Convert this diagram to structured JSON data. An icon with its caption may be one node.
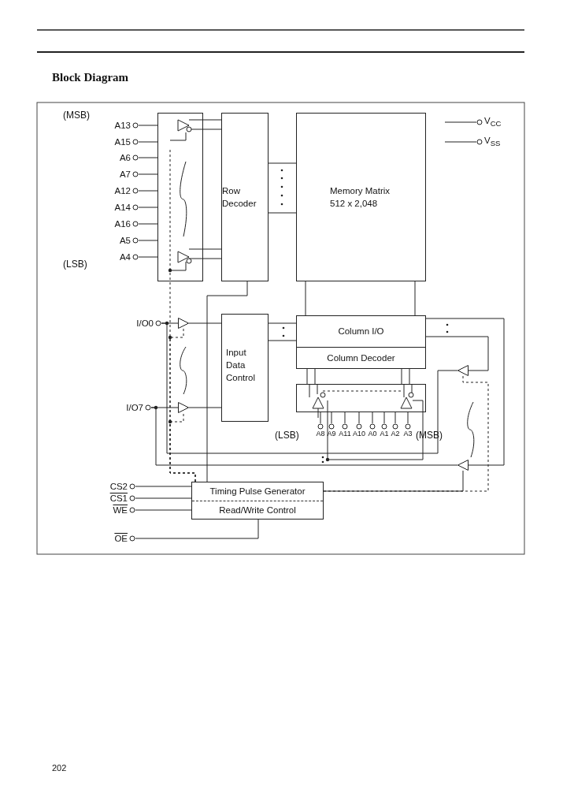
{
  "diagram": {
    "title": "Block Diagram",
    "nodes": [
      {
        "text": [
          "A13"
        ]
      },
      {
        "text": [
          "A15"
        ]
      },
      {
        "text": [
          "A6"
        ]
      },
      {
        "text": [
          "A7"
        ]
      },
      {
        "text": [
          "A12"
        ]
      },
      {
        "text": [
          "A14"
        ]
      },
      {
        "text": [
          "A16"
        ]
      },
      {
        "text": [
          "A5"
        ]
      },
      {
        "text": [
          "A4"
        ]
      },
      {
        "text": [],
        "shape": "box"
      },
      {
        "text": [
          "Row Decoder"
        ]
      },
      {
        "text": [
          "Memory Matrix",
          "512 x 2,048"
        ]
      },
      {
        "text": [
          "V$_{CC}$"
        ]
      },
      {
        "text": [
          "V$_{SS}$"
        ]
      },
      {
        "text": [
          "I/O0"
        ]
      },
      {
        "text": [
          "I/O7"
        ]
      },
      {
        "text": [
          "Input Data Control"
        ]
      },
      {
        "text": [
          "Column I/O"
        ]
      },
      {
        "text": [
          "Column Decoder"
        ]
      },
      {
        "text": [],
        "shape": "box"
      },
      {
        "text": [
          "A8"
        ]
      },
      {
        "text": [
          "A9"
        ]
      },
      {
        "text": [
          "A11"
        ]
      },
      {
        "text": [
          "A10"
        ]
      },
      {
        "text": [
          "A0"
        ]
      },
      {
        "text": [
          "A1"
        ]
      },
      {
        "text": [
          "A2"
        ]
      },
      {
        "text": [
          "A3"
        ]
      },
      {
        "text": [
          "CS2"
        ]
      },
      {
        "text": [
          "CS1"
        ]
      },
      {
        "text": [
          "WE"
        ]
      },
      {
        "text": [
          "OE"
        ]
      },
      {
        "text": [
          "Timing Pulse Generator",
          "Read/Write Control"
        ]
      },
      {
        "text": [],
        "shape": "triangle"
      },
      {
        "text": [],
        "shape": "triangle"
      },
      {
        "text": [],
        "shape": "triangle"
      },
      {
        "text": [],
        "shape": "triangle"
      }
    ],
    "edges": [
      {
        "from": 0,
        "to": 9,
        "arrow": "none"
      },
      {
        "from": 1,
        "to": 9,
        "arrow": "none"
      },
      {
        "from": 2,
        "to": 9,
        "arrow": "none"
      },
      {
        "from": 3,
        "to": 9,
        "arrow": "none"
      },
      {
        "from": 4,
        "to": 9,
        "arrow": "none"
      },
      {
        "from": 5,
        "to": 9,
        "arrow": "none"
      },
      {
        "from": 6,
        "to": 9,
        "arrow": "none"
      },
      {
        "from": 7,
        "to": 9,
        "arrow": "none"
      },
      {
        "from": 8,
        "to": 9,
        "arrow": "none"
      },
      {
        "from": 9,
        "to": 10,
        "arrow": "none"
      },
      {
        "from": 10,
        "to": 11,
        "arrow": "none"
      },
      {
        "from": 11,
        "to": 17,
        "arrow": "none"
      },
      {
        "from": null,
        "to": 12,
        "arrow": "none"
      },
      {
        "from": null,
        "to": 13,
        "arrow": "none"
      },
      {
        "from": 14,
        "to": 33,
        "arrow": "none"
      },
      {
        "from": 15,
        "to": 34,
        "arrow": "none"
      },
      {
        "from": 16,
        "to": 17,
        "arrow": "none"
      },
      {
        "from": 18,
        "to": 19,
        "arrow": "none"
      },
      {
        "from": 20,
        "to": 19,
        "arrow": "none"
      },
      {
        "from": 21,
        "to": 19,
        "arrow": "none"
      },
      {
        "from": 22,
        "to": 19,
        "arrow": "none"
      },
      {
        "from": 23,
        "to": 19,
        "arrow": "none"
      },
      {
        "from": 24,
        "to": 19,
        "arrow": "none"
      },
      {
        "from": 25,
        "to": 19,
        "arrow": "none"
      },
      {
        "from": 26,
        "to": 19,
        "arrow": "none"
      },
      {
        "from": 27,
        "to": 19,
        "arrow": "none"
      },
      {
        "from": 17,
        "to": 35,
        "arrow": "none"
      },
      {
        "from": 17,
        "to": 36,
        "arrow": "none"
      },
      {
        "from": 28,
        "to": 32,
        "arrow": "none"
      },
      {
        "from": 29,
        "to": 32,
        "arrow": "none"
      },
      {
        "from": 30,
        "to": 32,
        "arrow": "none"
      },
      {
        "from": 31,
        "to": 32,
        "arrow": "none"
      },
      {
        "from": 32,
        "to": 10,
        "arrow": "none"
      },
      {
        "from": 32,
        "to": 9,
        "arrow": "none",
        "style": "dashed"
      },
      {
        "from": 33,
        "to": 16,
        "arrow": "none"
      },
      {
        "from": 34,
        "to": 16,
        "arrow": "none"
      },
      {
        "from": 35,
        "to": 14,
        "arrow": "none"
      },
      {
        "from": 36,
        "to": 15,
        "arrow": "none"
      },
      {
        "from": 32,
        "to": 33,
        "arrow": "none",
        "style": "dashed"
      },
      {
        "from": 32,
        "to": 34,
        "arrow": "none",
        "style": "dashed"
      },
      {
        "from": 32,
        "to": 35,
        "arrow": "none",
        "style": "dashed"
      },
      {
        "from": 32,
        "to": 36,
        "arrow": "none"
      }
    ],
    "labels": [
      "(MSB)",
      "(LSB)",
      "(LSB)",
      "(MSB)",
      "202"
    ]
  }
}
